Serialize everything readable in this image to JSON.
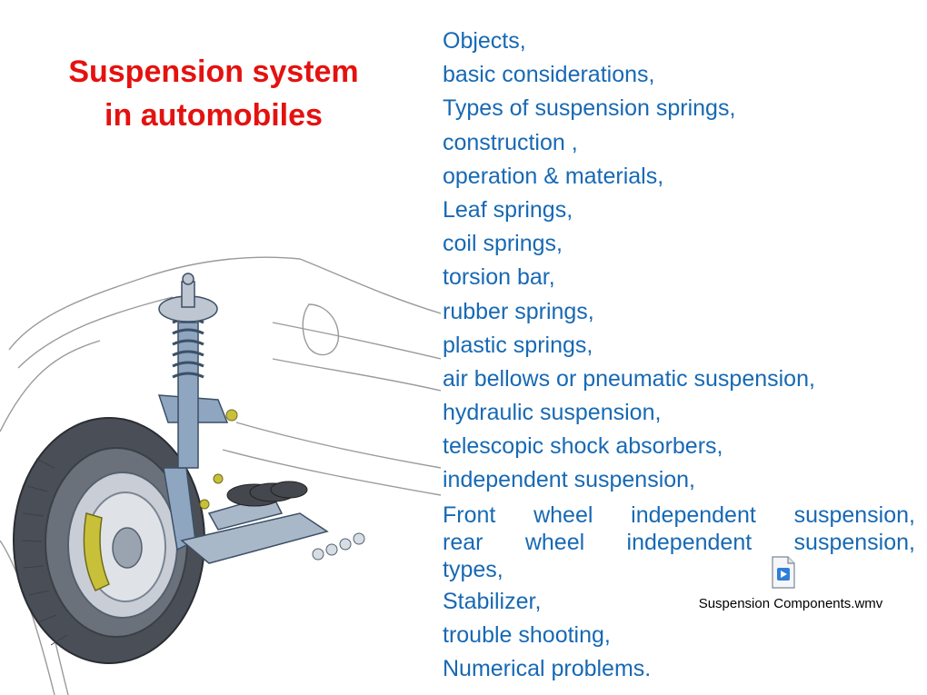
{
  "slide": {
    "title_line1": "Suspension system",
    "title_line2": "in automobiles"
  },
  "topics": [
    "Objects,",
    "basic considerations,",
    "Types of suspension springs,",
    "construction ,",
    "operation & materials,",
    "Leaf springs,",
    "coil springs,",
    "torsion bar,",
    "rubber springs,",
    "plastic springs,",
    "air bellows or pneumatic suspension,",
    "hydraulic suspension,",
    "telescopic shock absorbers,",
    "independent suspension,"
  ],
  "topic_wrapped": {
    "line1": "Front wheel independent suspension,",
    "line2": "rear wheel independent suspension,",
    "line3": "types,"
  },
  "topics_tail": [
    "Stabilizer,",
    "trouble shooting,",
    "Numerical problems."
  ],
  "media": {
    "icon": "video-file-icon",
    "filename": "Suspension Components.wmv"
  },
  "colors": {
    "title": "#e4120f",
    "body_text": "#1769b4",
    "caption_text": "#000000"
  }
}
